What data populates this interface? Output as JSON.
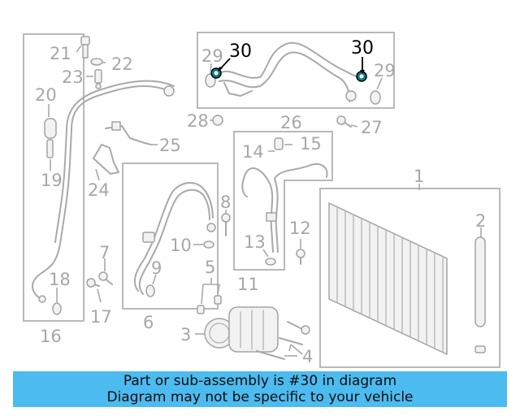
{
  "diagram": {
    "callouts": {
      "c1": "1",
      "c2": "2",
      "c3": "3",
      "c4": "4",
      "c5": "5",
      "c6": "6",
      "c7": "7",
      "c8": "8",
      "c9": "9",
      "c10": "10",
      "c11": "11",
      "c12": "12",
      "c13": "13",
      "c14": "14",
      "c15": "15",
      "c16": "16",
      "c17": "17",
      "c18": "18",
      "c19": "19",
      "c20": "20",
      "c21": "21",
      "c22": "22",
      "c23": "23",
      "c24": "24",
      "c25": "25",
      "c26": "26",
      "c27": "27",
      "c28": "28",
      "c29a": "29",
      "c29b": "29",
      "c30a": "30",
      "c30b": "30"
    },
    "highlight_part": "30",
    "colors": {
      "highlight": "#000000",
      "oring": "#0b7f86",
      "lines": "#a9a9a9"
    }
  },
  "banner": {
    "line1": "Part or sub-assembly is #30 in diagram",
    "line2": "Diagram may not be specific to your vehicle",
    "color": "#4cbbf0"
  }
}
